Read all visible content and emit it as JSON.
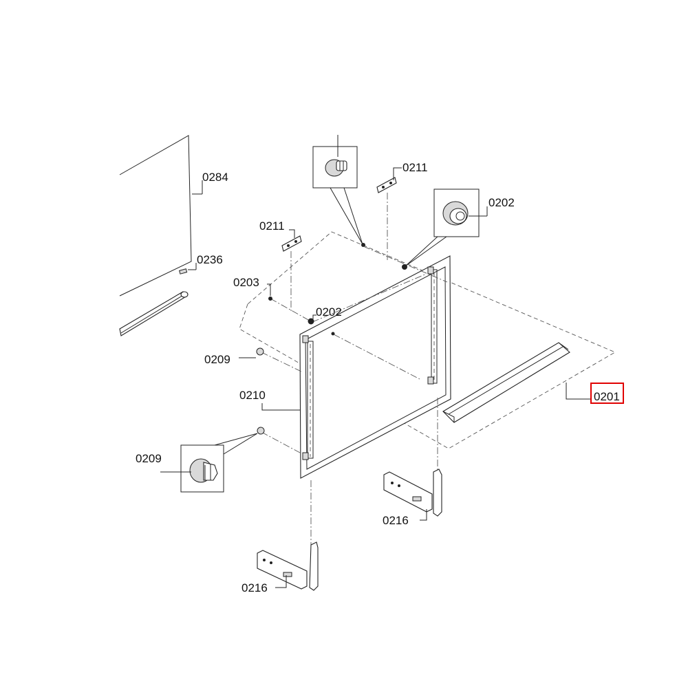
{
  "labels": {
    "p0284": "0284",
    "p0236": "0236",
    "p0211_left": "0211",
    "p0211_right": "0211",
    "p0202_top": "0202",
    "p0202_mid": "0202",
    "p0203": "0203",
    "p0209_top": "0209",
    "p0209_bottom": "0209",
    "p0210": "0210",
    "p0201": "0201",
    "p0216_right": "0216",
    "p0216_bottom": "0216"
  },
  "highlight": {
    "label": "0201",
    "color": "#e00000"
  },
  "colors": {
    "line": "#222222",
    "dash": "#555555",
    "background": "#ffffff"
  }
}
